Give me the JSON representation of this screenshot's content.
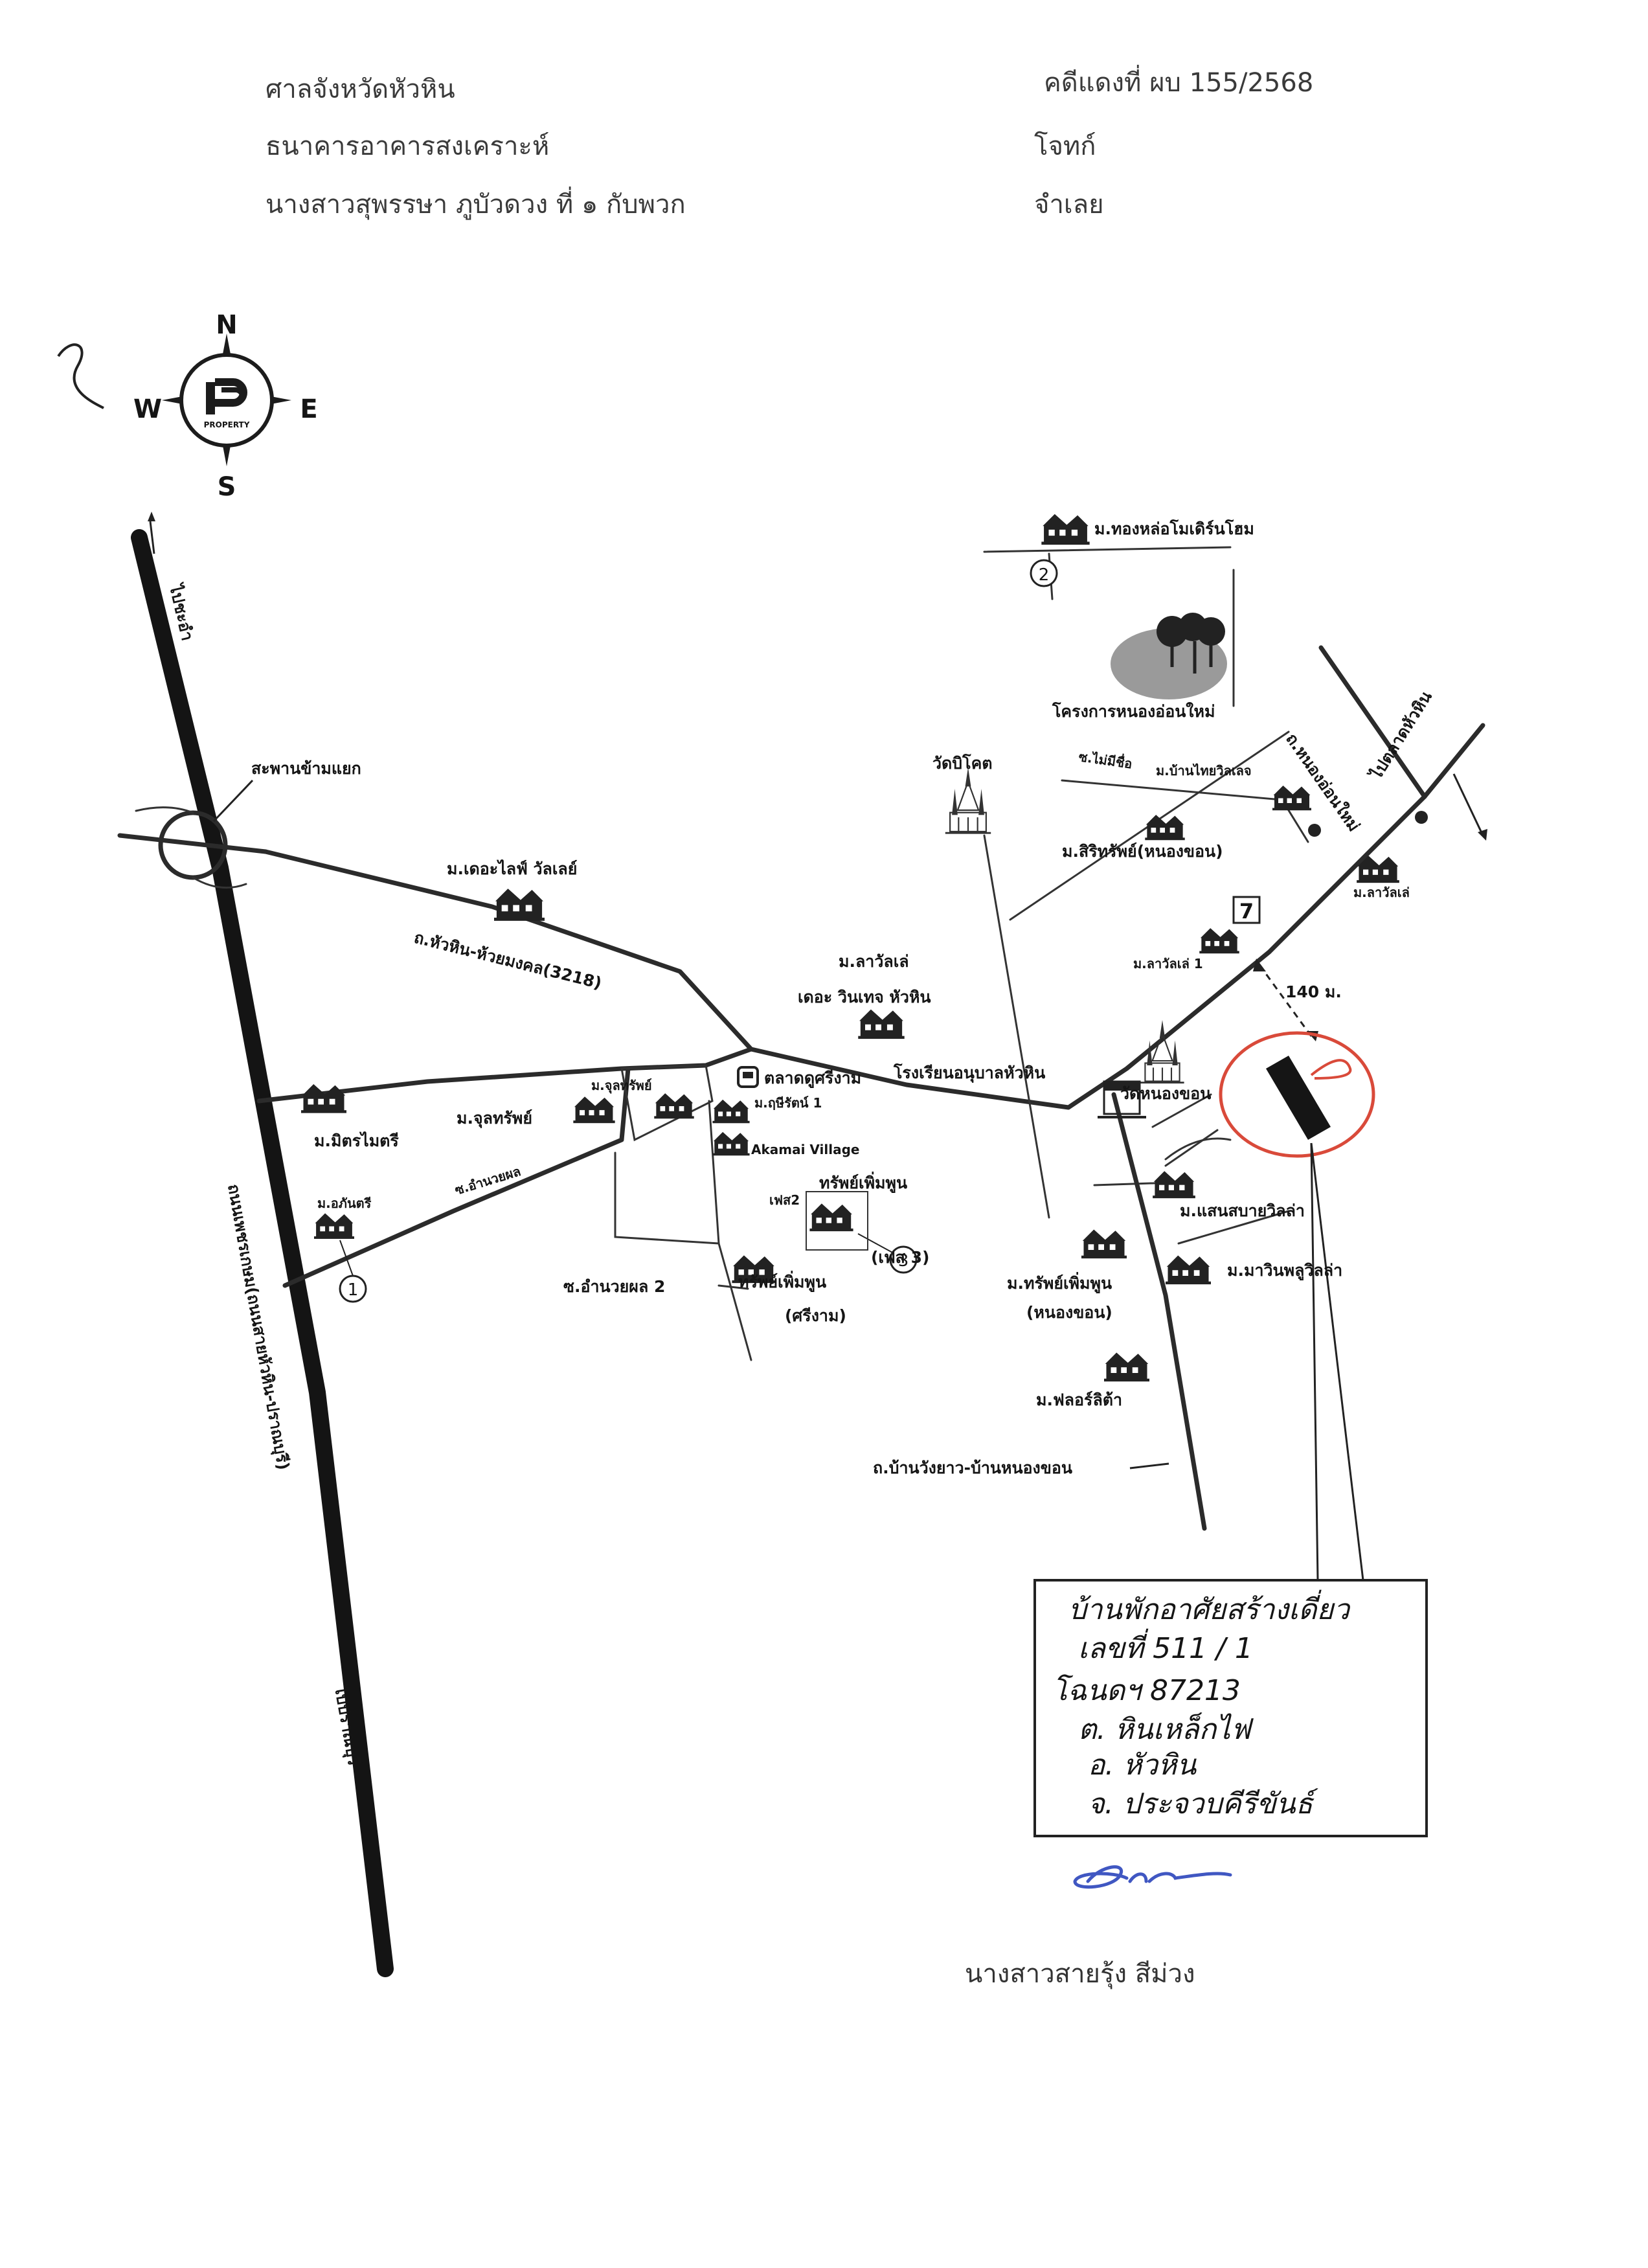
{
  "header": {
    "court": "ศาลจังหวัดหัวหิน",
    "plaintiff_name": "ธนาคารอาคารสงเคราะห์",
    "defendant_name": "นางสาวสุพรรษา ภูบัวดวง ที่ ๑ กับพวก",
    "case_no": "คดีแดงที่ ผบ 155/2568",
    "plaintiff_role": "โจทก์",
    "defendant_role": "จำเลย"
  },
  "compass": {
    "n": "N",
    "s": "S",
    "e": "E",
    "w": "W",
    "logo_text": "PROPERTY"
  },
  "map": {
    "to_cha_am": "ไปชะอำ",
    "to_pranburi": "ไปปราณบุรี",
    "highway": "ถนนเพชรเกษม(ถนนสายหัวหิน-ปราณบุรี)",
    "overpass": "สะพานข้ามแยก",
    "road_3218": "ถ.หัวหิน-ห้วยมงคล(3218)",
    "road_chamnan_phon": "ซ.อำนวยผล",
    "road_chamnan_phon_2": "ซ.อำนวยผล 2",
    "road_nong_khon": "ถ.บ้านวังยาว-บ้านหนองขอน",
    "road_mai_mi_chue": "ซ.ไม่มีชื่อ",
    "road_nong_on_mai": "ถ.หนองอ่อนใหม่",
    "to_market": "ไปตลาดหัวหิน",
    "distance": "140 ม.",
    "pois": {
      "m_tong_la": "ม.ทองหล่อโมเดิร์นโฮม",
      "nong_on_project": "โครงการหนองอ่อนใหม่",
      "wat_bi_khot": "วัดบิโคต",
      "m_ban_thai_villa": "ม.บ้านไทยวิลเลจ",
      "m_siri_sap": "ม.สิริทรัพย์(หนองขอน)",
      "m_lawalay_a": "ม.ลาวัลเล่",
      "m_lawalay_1": "ม.ลาวัลเล่ 1",
      "m_the_life_valley": "ม.เดอะไลฟ์ วัลเลย์",
      "m_lawalay_winter_1": "ม.ลาวัลเล่",
      "m_lawalay_winter_2": "เดอะ วินเทจ หัวหิน",
      "school": "โรงเรียนอนุบาลหัวหิน",
      "wat_nong_khon": "วัดหนองขอน",
      "market": "ตลาดดูศรีงาม",
      "m_chumsap_a": "ม.จุลทรัพย์",
      "m_chumsap_b": "ม.จุลทรัพย์",
      "m_ruesri": "ม.ฤษีรัตน์ 1",
      "akamai": "Akamai Village",
      "m_mitmaitri": "ม.มิตรไมตรี",
      "m_kanthari": "ม.อภันตรี",
      "m_sap_phoem_phun_3a": "ทรัพย์เพิ่มพูน",
      "m_sap_phoem_phun_3b": "(เฟส 3)",
      "phase2": "เฟส2",
      "m_sap_sri_ngam_a": "ทรัพย์เพิ่มพูน",
      "m_sap_sri_ngam_b": "(ศรีงาม)",
      "m_saenmak_villa": "ม.แสนสบายวิลล่า",
      "m_mawin_villa": "ม.มาวินพลูวิลล่า",
      "m_sap_nong_khon_a": "ม.ทรัพย์เพิ่มพูน",
      "m_sap_nong_khon_b": "(หนองขอน)",
      "m_flora": "ม.ฟลอร์ลิต้า"
    },
    "markers": {
      "one": "1",
      "two": "2",
      "three": "3",
      "seven": "7"
    }
  },
  "property_box": {
    "line1": "บ้านพักอาศัยสร้างเดี่ยว",
    "line2": "เลขที่ 511 / 1",
    "line3": "โฉนดฯ 87213",
    "line4": "ต. หินเหล็กไฟ",
    "line5": "อ. หัวหิน",
    "line6": "จ. ประจวบคีรีขันธ์"
  },
  "signature": {
    "name": "นางสาวสายรุ้ง สีม่วง"
  },
  "colors": {
    "ink": "#1a1a1a",
    "red_circle": "#d94a3a",
    "signature_blue": "#4057c2",
    "tree": "#8a8a8a"
  }
}
